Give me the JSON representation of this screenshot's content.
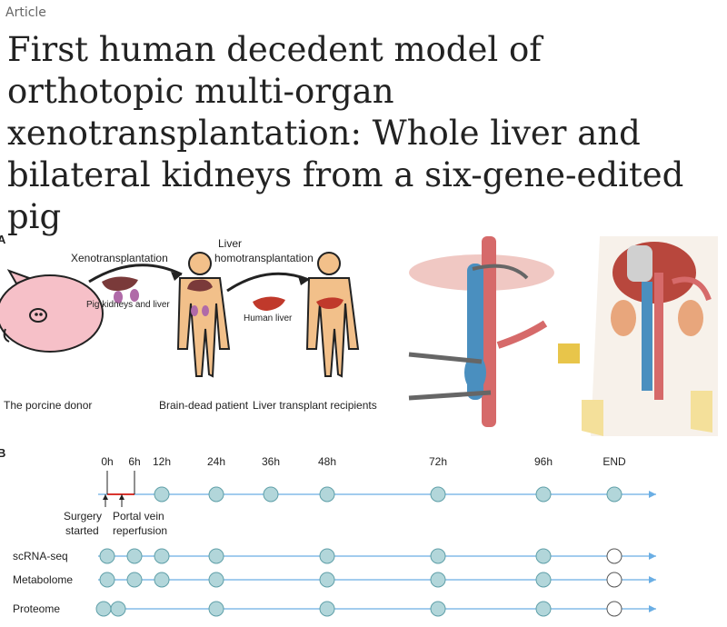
{
  "article": {
    "kicker": "Article",
    "title": "First human decedent model of orthotopic multi-organ xenotransplantation: Whole liver and bilateral kidneys from a six-gene-edited pig"
  },
  "figure": {
    "panel_a": {
      "letter": "A",
      "xeno_label": "Xenotransplantation",
      "liver_label_1": "Liver",
      "liver_label_2": "homotransplantation",
      "pig_organs_label": "Pig kidneys and liver",
      "human_liver_label": "Human liver",
      "donor_label": "The porcine donor",
      "patient_label": "Brain-dead patient",
      "recipient_label": "Liver transplant recipients"
    },
    "panel_b": {
      "letter": "B",
      "timepoints": [
        "0h",
        "6h",
        "12h",
        "24h",
        "36h",
        "48h",
        "72h",
        "96h",
        "END"
      ],
      "surgery_label_1": "Surgery",
      "surgery_label_2": "started",
      "portal_label_1": "Portal vein",
      "portal_label_2": "reperfusion",
      "rows": [
        {
          "name": "scRNA-seq",
          "samples": [
            "0h",
            "6h",
            "12h",
            "24h",
            "48h",
            "72h",
            "96h",
            "END"
          ]
        },
        {
          "name": "Metabolome",
          "samples": [
            "0h",
            "6h",
            "12h",
            "24h",
            "48h",
            "72h",
            "96h",
            "END"
          ]
        },
        {
          "name": "Proteome",
          "samples": [
            "0h",
            "6h",
            "24h",
            "48h",
            "72h",
            "96h",
            "END"
          ]
        }
      ]
    },
    "colors": {
      "node_fill": "#b2d6da",
      "node_stroke": "#5f9fa8",
      "axis_line": "#6aaee4",
      "reperfusion_segment": "#d9352f",
      "pig_pink": "#f6c0c8",
      "body_skin": "#f2c08a",
      "liver_red": "#c0392b"
    }
  }
}
